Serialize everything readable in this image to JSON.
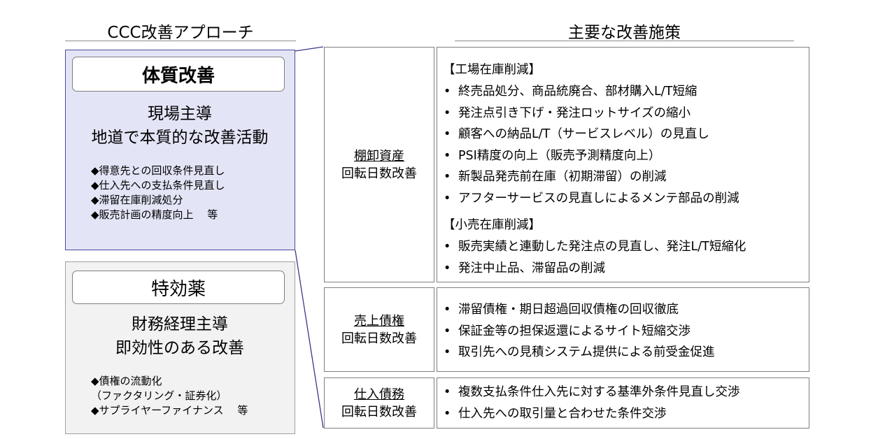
{
  "headings": {
    "approach": "CCC改善アプローチ",
    "measures": "主要な改善施策"
  },
  "approaches": [
    {
      "title": "体質改善",
      "desc_lines": [
        "現場主導",
        "地道で本質的な改善活動"
      ],
      "bullets": [
        "◆得意先との回収条件見直し",
        "◆仕入先への支払条件見直し",
        "◆滞留在庫削減処分",
        "◆販売計画の精度向上　 等"
      ]
    },
    {
      "title": "特効薬",
      "desc_lines": [
        "財務経理主導",
        "即効性のある改善"
      ],
      "bullets": [
        "◆債権の流動化",
        "（ファクタリング・証券化）",
        "◆サプライヤーファイナンス　 等"
      ]
    }
  ],
  "categories": [
    {
      "name": "棚卸資産",
      "label": "回転日数改善",
      "groups": [
        {
          "subheading": "【工場在庫削減】",
          "items": [
            "終売品処分、商品統廃合、部材購入L/T短縮",
            "発注点引き下げ・発注ロットサイズの縮小",
            "顧客への納品L/T（サービスレベル）の見直し",
            "PSI精度の向上（販売予測精度向上）",
            "新製品発売前在庫（初期滞留）の削減",
            "アフターサービスの見直しによるメンテ部品の削減"
          ]
        },
        {
          "subheading": "【小売在庫削減】",
          "items": [
            "販売実績と連動した発注点の見直し、発注L/T短縮化",
            "発注中止品、滞留品の削減"
          ]
        }
      ]
    },
    {
      "name": "売上債権",
      "label": "回転日数改善",
      "groups": [
        {
          "subheading": "",
          "items": [
            "滞留債権・期日超過回収債権の回収徹底",
            "保証金等の担保返還によるサイト短縮交渉",
            "取引先への見積システム提供による前受金促進"
          ]
        }
      ]
    },
    {
      "name": "仕入債務",
      "label": "回転日数改善",
      "groups": [
        {
          "subheading": "",
          "items": [
            "複数支払条件仕入先に対する基準外条件見直し交渉",
            "仕入先への取引量と合わせた条件交渉"
          ]
        }
      ]
    }
  ],
  "bullet_glyph": "•",
  "colors": {
    "highlight_fill": "#e3e5f7",
    "highlight_border": "#4a4a9a",
    "connector": "#3a3a8a",
    "secondary_fill": "#f2f2f2"
  }
}
